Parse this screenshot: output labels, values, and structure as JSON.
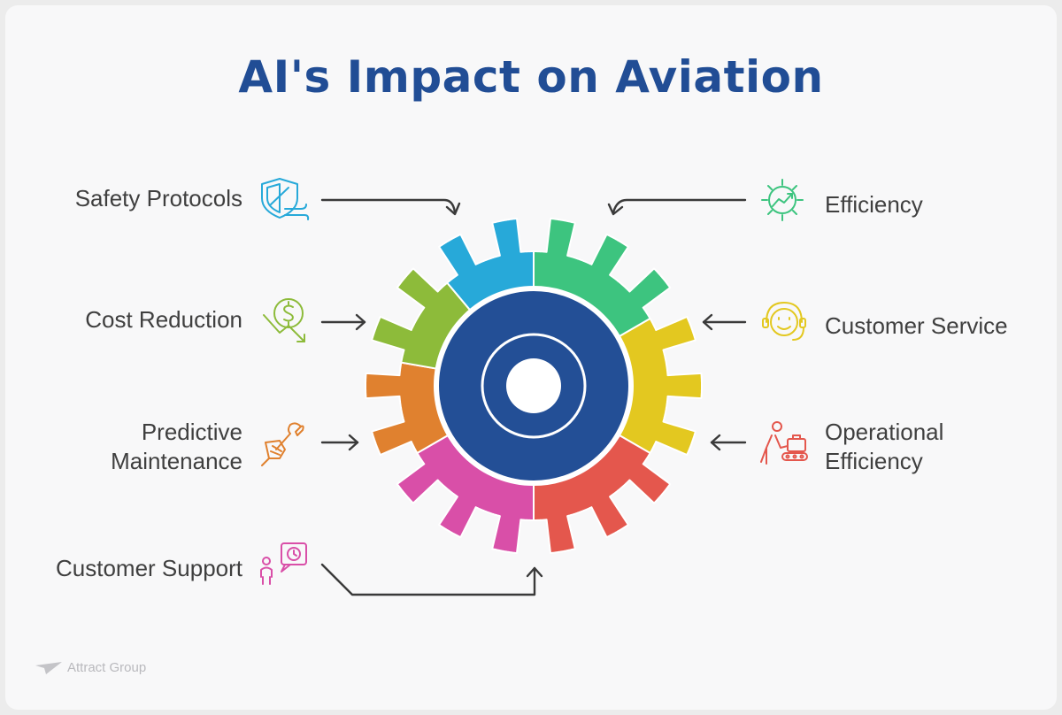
{
  "title": "AI's Impact on Aviation",
  "brand": "Attract Group",
  "items": {
    "safety": {
      "label": "Safety Protocols",
      "icon": "shield-wind-icon",
      "color": "#27a9d9"
    },
    "cost": {
      "label": "Cost Reduction",
      "icon": "dollar-down-icon",
      "color": "#8dbb3a"
    },
    "predictive": {
      "line1": "Predictive",
      "line2": "Maintenance",
      "icon": "wrench-hand-icon",
      "color": "#e0812f"
    },
    "support": {
      "label": "Customer Support",
      "icon": "person-chat-clock-icon",
      "color": "#d94fa8"
    },
    "efficiency": {
      "label": "Efficiency",
      "icon": "gear-chart-icon",
      "color": "#3dc47f"
    },
    "service": {
      "label": "Customer Service",
      "icon": "headset-smile-icon",
      "color": "#e3c820"
    },
    "operational": {
      "line1": "Operational",
      "line2": "Efficiency",
      "icon": "worker-luggage-icon",
      "color": "#e4574d"
    }
  },
  "gear": {
    "hub_color": "#234f96"
  }
}
